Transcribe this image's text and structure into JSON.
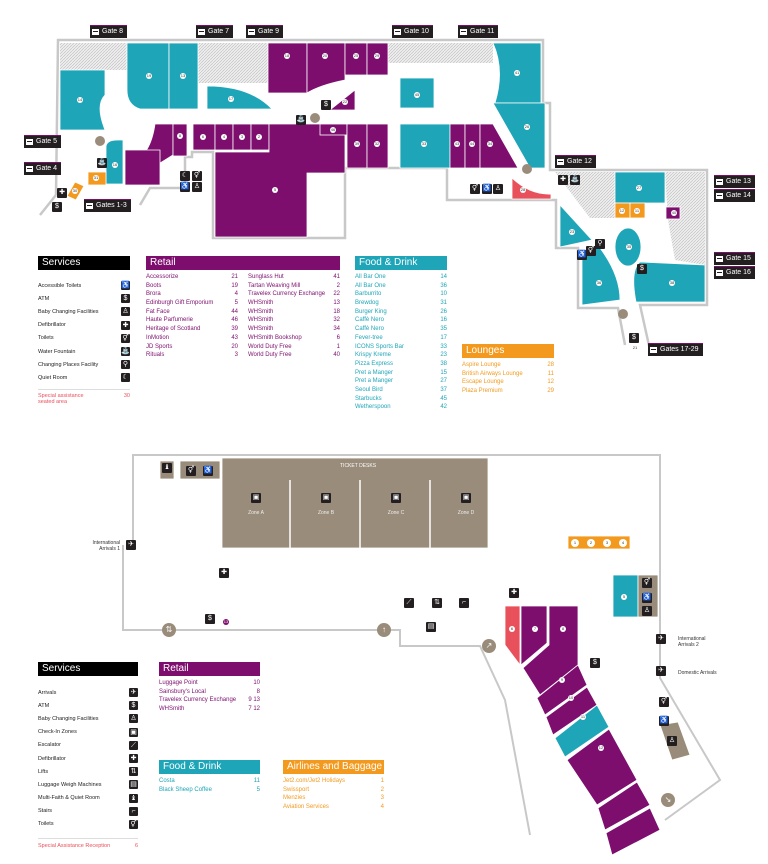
{
  "colors": {
    "retail": "#7d0e6e",
    "food": "#1fa5b8",
    "lounge": "#f39a1e",
    "assist": "#e8505b",
    "checkin": "#9a8c7a",
    "services": "#000000"
  },
  "departures": {
    "gates": [
      "Gate 8",
      "Gate 7",
      "Gate 9",
      "Gate 10",
      "Gate 11",
      "Gate 5",
      "Gate 4",
      "Gates 1-3",
      "Gate 12",
      "Gate 13",
      "Gate 14",
      "Gate 15",
      "Gate 16",
      "Gates 17-29"
    ],
    "units": [
      "14",
      "19",
      "13",
      "17",
      "18",
      "20",
      "25",
      "29",
      "22",
      "8",
      "6",
      "4",
      "3",
      "2",
      "5",
      "46",
      "39",
      "32",
      "16",
      "31",
      "30",
      "45",
      "41",
      "26",
      "33",
      "43",
      "44",
      "34",
      "28",
      "27",
      "12",
      "11",
      "40",
      "23",
      "35",
      "36",
      "38",
      "21"
    ],
    "services": {
      "title": "Services",
      "items": [
        {
          "label": "Accessible Toilets",
          "icon": "accessible-toilet-icon"
        },
        {
          "label": "ATM",
          "icon": "atm-icon"
        },
        {
          "label": "Baby Changing Facilities",
          "icon": "baby-changing-icon"
        },
        {
          "label": "Defibrillator",
          "icon": "defibrillator-icon"
        },
        {
          "label": "Toilets",
          "icon": "toilets-icon"
        },
        {
          "label": "Water Fountain",
          "icon": "water-fountain-icon"
        },
        {
          "label": "Changing Places Facility",
          "icon": "changing-places-icon"
        },
        {
          "label": "Quiet Room",
          "icon": "quiet-room-icon"
        }
      ],
      "special": {
        "label": "Special assistance seated area",
        "number": "30"
      }
    },
    "retail": {
      "title": "Retail",
      "col1": [
        {
          "name": "Accessorize",
          "n": "21"
        },
        {
          "name": "Boots",
          "n": "19"
        },
        {
          "name": "Brora",
          "n": "4"
        },
        {
          "name": "Edinburgh Gift Emporium",
          "n": "5"
        },
        {
          "name": "Fat Face",
          "n": "44"
        },
        {
          "name": "Haute Parfumerie",
          "n": "46"
        },
        {
          "name": "Heritage of Scotland",
          "n": "39"
        },
        {
          "name": "InMotion",
          "n": "43"
        },
        {
          "name": "JD Sports",
          "n": "20"
        },
        {
          "name": "Rituals",
          "n": "3"
        }
      ],
      "col2": [
        {
          "name": "Sunglass Hut",
          "n": "41"
        },
        {
          "name": "Tartan Weaving Mill",
          "n": "2"
        },
        {
          "name": "Travelex Currency Exchange",
          "n": "22"
        },
        {
          "name": "WHSmith",
          "n": "13"
        },
        {
          "name": "WHSmith",
          "n": "18"
        },
        {
          "name": "WHSmith",
          "n": "32"
        },
        {
          "name": "WHSmith",
          "n": "34"
        },
        {
          "name": "WHSmith Bookshop",
          "n": "6"
        },
        {
          "name": "World Duty Free",
          "n": "1"
        },
        {
          "name": "World Duty Free",
          "n": "40"
        }
      ]
    },
    "food": {
      "title": "Food & Drink",
      "items": [
        {
          "name": "All Bar One",
          "n": "14"
        },
        {
          "name": "All Bar One",
          "n": "36"
        },
        {
          "name": "Barburrito",
          "n": "10"
        },
        {
          "name": "Brewdog",
          "n": "31"
        },
        {
          "name": "Burger King",
          "n": "26"
        },
        {
          "name": "Caffè Nero",
          "n": "16"
        },
        {
          "name": "Caffè Nero",
          "n": "35"
        },
        {
          "name": "Fever-tree",
          "n": "17"
        },
        {
          "name": "ICONS Sports Bar",
          "n": "33"
        },
        {
          "name": "Krispy Kreme",
          "n": "23"
        },
        {
          "name": "Pizza Express",
          "n": "38"
        },
        {
          "name": "Pret a Manger",
          "n": "15"
        },
        {
          "name": "Pret a Manger",
          "n": "27"
        },
        {
          "name": "Seoul Bird",
          "n": "37"
        },
        {
          "name": "Starbucks",
          "n": "45"
        },
        {
          "name": "Wetherspoon",
          "n": "42"
        }
      ]
    },
    "lounges": {
      "title": "Lounges",
      "items": [
        {
          "name": "Aspire Lounge",
          "n": "28"
        },
        {
          "name": "British Airways Lounge",
          "n": "11"
        },
        {
          "name": "Escape Lounge",
          "n": "12"
        },
        {
          "name": "Plaza Premium",
          "n": "29"
        }
      ]
    }
  },
  "arrivals": {
    "ticket_desks": "TICKET DESKS",
    "zones": [
      "Zone A",
      "Zone B",
      "Zone C",
      "Zone D"
    ],
    "exits": [
      "International Arrivals 1",
      "International Arrivals 2",
      "Domestic Arrivals"
    ],
    "baggage_units": [
      "1",
      "2",
      "3",
      "4"
    ],
    "units": [
      "6",
      "7",
      "8",
      "9",
      "10",
      "11",
      "12",
      "5",
      "13"
    ],
    "services": {
      "title": "Services",
      "items": [
        {
          "label": "Arrivals",
          "icon": "arrivals-icon"
        },
        {
          "label": "ATM",
          "icon": "atm-icon"
        },
        {
          "label": "Baby Changing Facilities",
          "icon": "baby-changing-icon"
        },
        {
          "label": "Check-In Zones",
          "icon": "check-in-icon"
        },
        {
          "label": "Escalator",
          "icon": "escalator-icon"
        },
        {
          "label": "Defibrillator",
          "icon": "defibrillator-icon"
        },
        {
          "label": "Lifts",
          "icon": "lift-icon"
        },
        {
          "label": "Luggage Weigh Machines",
          "icon": "luggage-icon"
        },
        {
          "label": "Multi-Faith & Quiet Room",
          "icon": "multi-faith-icon"
        },
        {
          "label": "Stairs",
          "icon": "stairs-icon"
        },
        {
          "label": "Toilets",
          "icon": "toilets-icon"
        }
      ],
      "special": {
        "label": "Special Assistance Reception",
        "number": "6"
      }
    },
    "retail": {
      "title": "Retail",
      "items": [
        {
          "name": "Luggage Point",
          "n": "10"
        },
        {
          "name": "Sainsbury's Local",
          "n": "8"
        },
        {
          "name": "Travelex Currency Exchange",
          "n": "9 13"
        },
        {
          "name": "WHSmith",
          "n": "7 12"
        }
      ]
    },
    "food": {
      "title": "Food & Drink",
      "items": [
        {
          "name": "Costa",
          "n": "11"
        },
        {
          "name": "Black Sheep Coffee",
          "n": "5"
        }
      ]
    },
    "airlines": {
      "title": "Airlines and Baggage",
      "items": [
        {
          "name": "Jet2.com/Jet2 Holidays",
          "n": "1"
        },
        {
          "name": "Swissport",
          "n": "2"
        },
        {
          "name": "Menzies",
          "n": "3"
        },
        {
          "name": "Aviation Services",
          "n": "4"
        }
      ]
    }
  }
}
